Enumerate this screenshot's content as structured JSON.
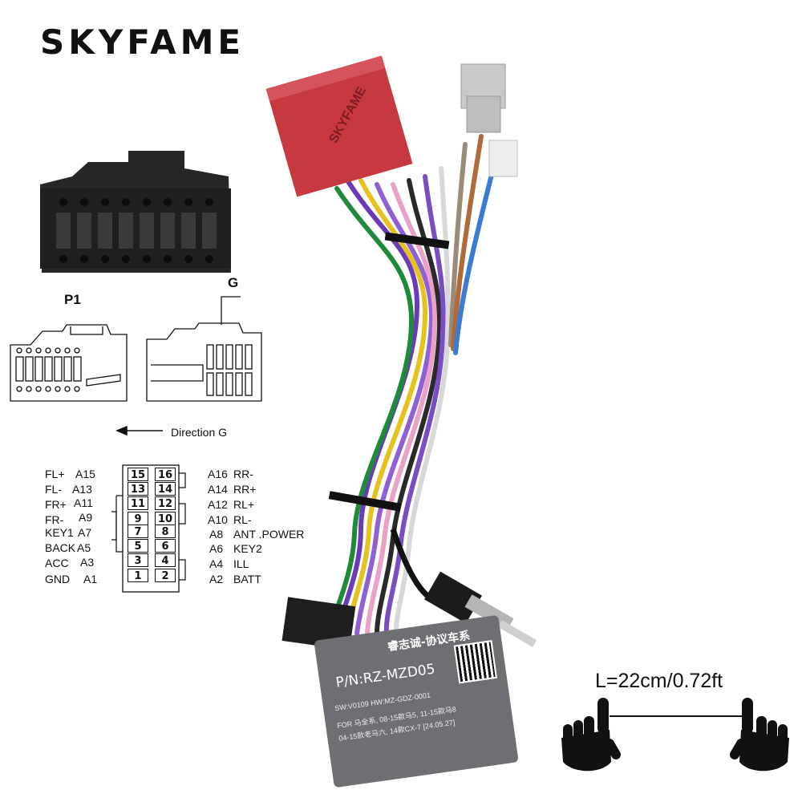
{
  "brand": {
    "logo_text": "SKYFAME"
  },
  "diagram": {
    "p1_label": "P1",
    "g_label": "G",
    "direction_label": "Direction G"
  },
  "pinout": {
    "left": [
      {
        "signal": "FL+",
        "pin": "A15"
      },
      {
        "signal": "FL-",
        "pin": "A13"
      },
      {
        "signal": "FR+",
        "pin": "A11"
      },
      {
        "signal": "FR-",
        "pin": "A9"
      },
      {
        "signal": "KEY1",
        "pin": "A7"
      },
      {
        "signal": "BACK",
        "pin": "A5"
      },
      {
        "signal": "ACC",
        "pin": "A3"
      },
      {
        "signal": "GND",
        "pin": "A1"
      }
    ],
    "right": [
      {
        "signal": "RR-",
        "pin": "A16"
      },
      {
        "signal": "RR+",
        "pin": "A14"
      },
      {
        "signal": "RL+",
        "pin": "A12"
      },
      {
        "signal": "RL-",
        "pin": "A10"
      },
      {
        "signal": "ANT .POWER",
        "pin": "A8"
      },
      {
        "signal": "KEY2",
        "pin": "A6"
      },
      {
        "signal": "ILL",
        "pin": "A4"
      },
      {
        "signal": "BATT",
        "pin": "A2"
      }
    ],
    "grid": [
      [
        "15",
        "16"
      ],
      [
        "13",
        "14"
      ],
      [
        "11",
        "12"
      ],
      [
        "9",
        "10"
      ],
      [
        "7",
        "8"
      ],
      [
        "5",
        "6"
      ],
      [
        "3",
        "4"
      ],
      [
        "1",
        "2"
      ]
    ]
  },
  "product": {
    "connector_logo": "SKYFAME",
    "module_line1": "睿志诚-协议车系",
    "module_line2": "P/N:RZ-MZD05",
    "module_line3": "SW:V0109  HW:MZ-GDZ-0001",
    "module_line4": "FOR 马全系, 08-15款马5, 11-15款马8",
    "module_line5": "04-15款老马六, 14款CX-7  [24.05.27]"
  },
  "length": {
    "label": "L=22cm/0.72ft"
  },
  "colors": {
    "connector_red": "#c8383f",
    "black_plastic": "#1e1e1e",
    "module_grey": "#6e6f73"
  }
}
